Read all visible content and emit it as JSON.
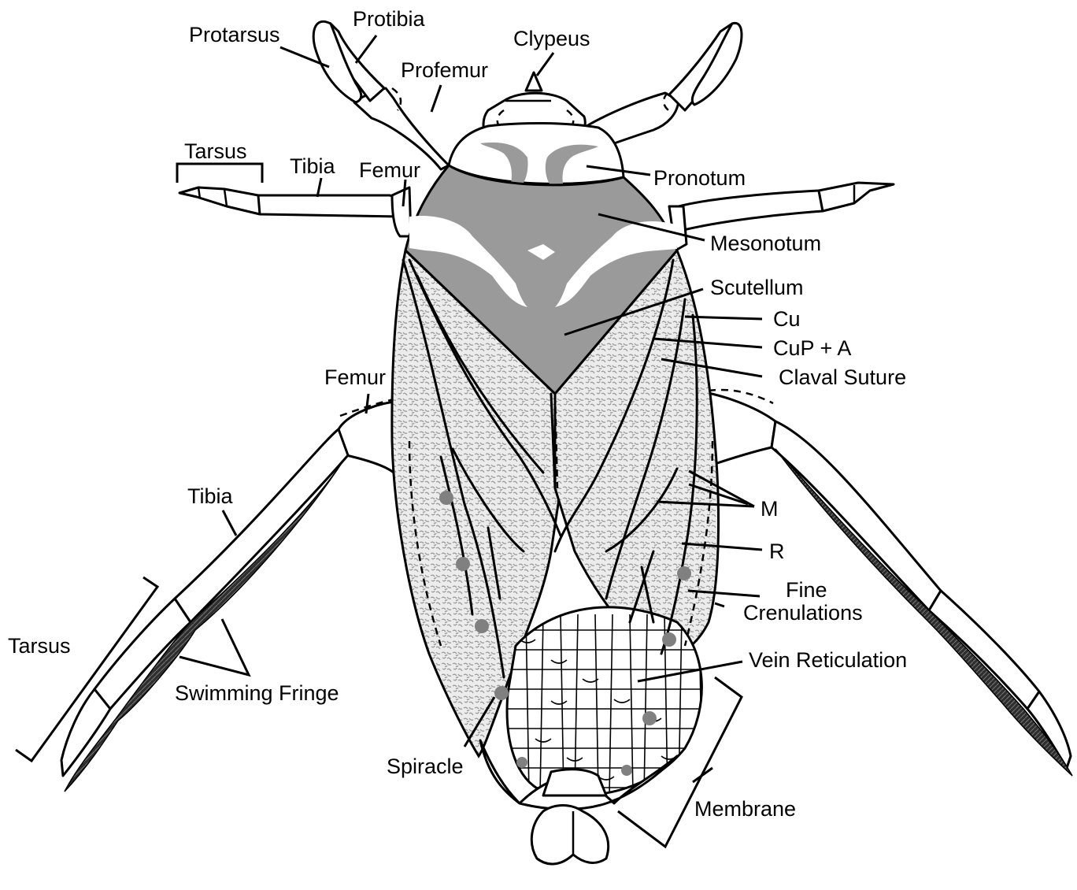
{
  "colors": {
    "outline": "#000000",
    "background": "#ffffff",
    "pattern_gray": "#9a9a9a",
    "wing_texture": "#c8c8c8",
    "spot_gray": "#808080",
    "fringe": "#333333"
  },
  "labels": {
    "protarsus": "Protarsus",
    "protibia": "Protibia",
    "clypeus": "Clypeus",
    "profemur": "Profemur",
    "tarsus_mid": "Tarsus",
    "tibia_mid": "Tibia",
    "femur_mid": "Femur",
    "pronotum": "Pronotum",
    "mesonotum": "Mesonotum",
    "scutellum": "Scutellum",
    "cu": "Cu",
    "cup_a": "CuP + A",
    "claval_suture": "Claval Suture",
    "femur_hind": "Femur",
    "m": "M",
    "tibia_hind": "Tibia",
    "r": "R",
    "fine_crenulations_1": "Fine",
    "fine_crenulations_2": "Crenulations",
    "tarsus_hind": "Tarsus",
    "vein_reticulation": "Vein Reticulation",
    "swimming_fringe": "Swimming Fringe",
    "spiracle": "Spiracle",
    "membrane": "Membrane"
  }
}
